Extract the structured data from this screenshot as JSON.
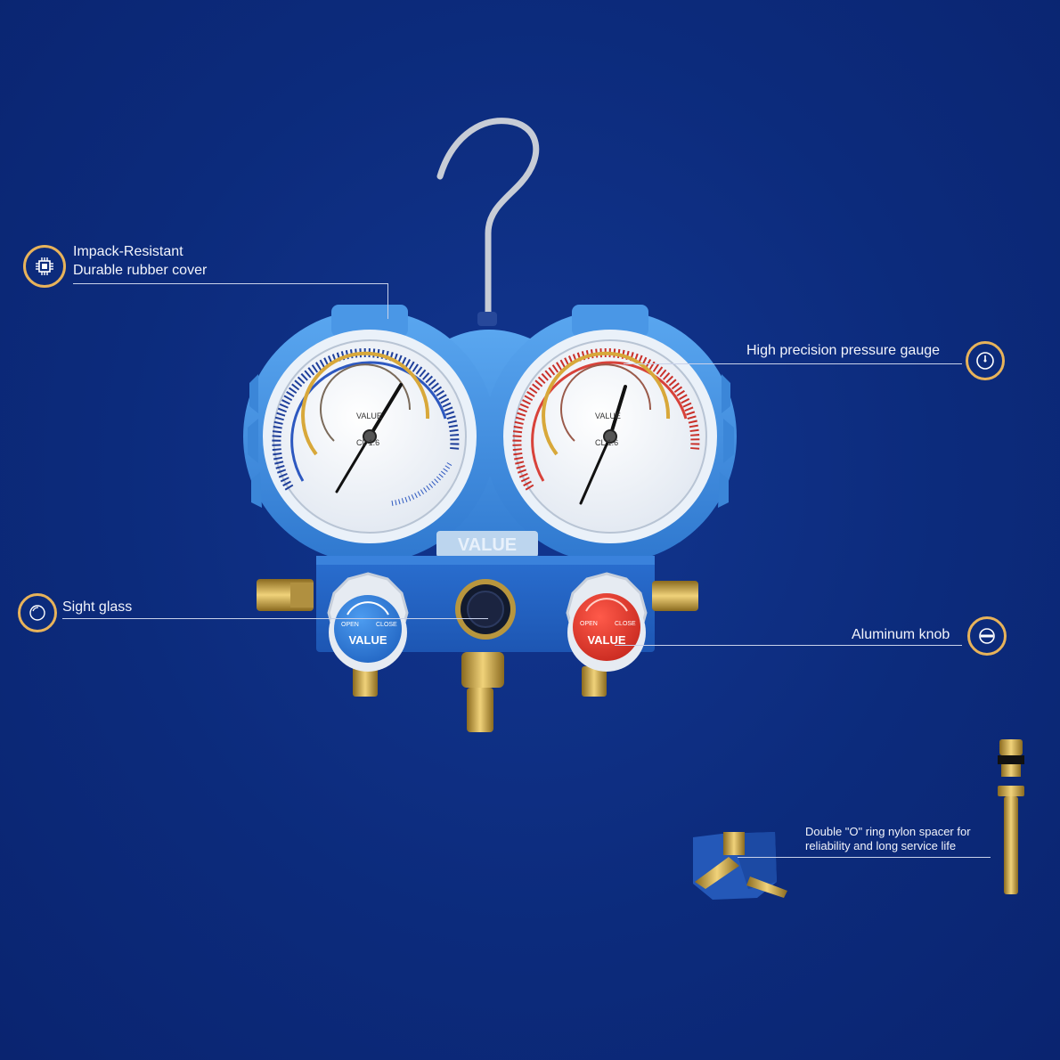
{
  "callouts": {
    "rubber_cover": {
      "line1": "Impack-Resistant",
      "line2": "Durable rubber cover",
      "icon": "chip-icon"
    },
    "pressure_gauge": {
      "label": "High precision pressure gauge",
      "icon": "gauge-icon"
    },
    "sight_glass": {
      "label": "Sight glass",
      "icon": "ring-icon"
    },
    "aluminum_knob": {
      "label": "Aluminum knob",
      "icon": "knob-icon"
    },
    "o_ring": {
      "line1": "Double \"O\" ring nylon spacer for",
      "line2": "reliability and long service life"
    }
  },
  "product": {
    "brand": "VALUE",
    "left_knob_open": "OPEN",
    "left_knob_close": "CLOSE",
    "right_knob_open": "OPEN",
    "right_knob_close": "CLOSE"
  },
  "colors": {
    "background": "#0c2b7c",
    "accent": "#e8b35a",
    "body_blue": "#3d8ee0",
    "low_knob": "#2f7fd6",
    "high_knob": "#e23a2f"
  }
}
